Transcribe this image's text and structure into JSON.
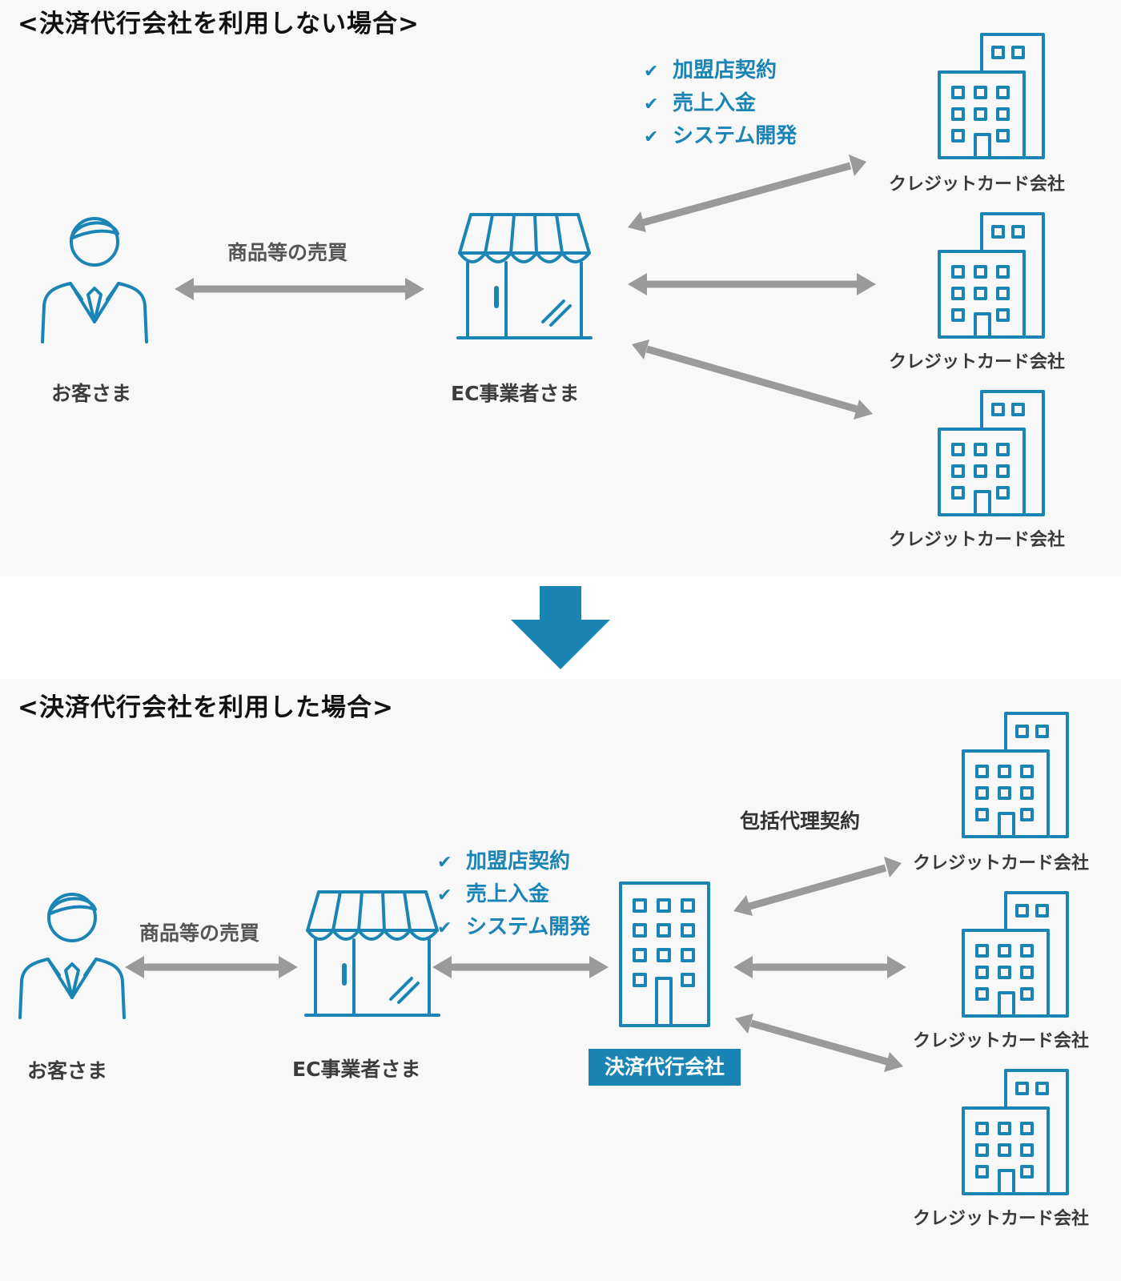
{
  "without": {
    "heading": "<決済代行会社を利用しない場合>",
    "customer": "お客さま",
    "ec": "EC事業者さま",
    "trade": "商品等の売買",
    "checks": [
      "加盟店契約",
      "売上入金",
      "システム開発"
    ],
    "card_companies": [
      "クレジットカード会社",
      "クレジットカード会社",
      "クレジットカード会社"
    ]
  },
  "with": {
    "heading": "<決済代行会社を利用した場合>",
    "customer": "お客さま",
    "ec": "EC事業者さま",
    "trade": "商品等の売買",
    "checks": [
      "加盟店契約",
      "売上入金",
      "システム開発"
    ],
    "agency": "決済代行会社",
    "comprehensive": "包括代理契約",
    "card_companies": [
      "クレジットカード会社",
      "クレジットカード会社",
      "クレジットカード会社"
    ]
  },
  "icons": {
    "check": "check-icon",
    "person": "person-icon",
    "store": "store-icon",
    "building": "building-icon",
    "arrow": "double-arrow-icon",
    "transition": "down-arrow-icon"
  },
  "colors": {
    "accent": "#1a85b5",
    "arrow": "#9a9a9a",
    "panel": "#f8f8f8"
  }
}
